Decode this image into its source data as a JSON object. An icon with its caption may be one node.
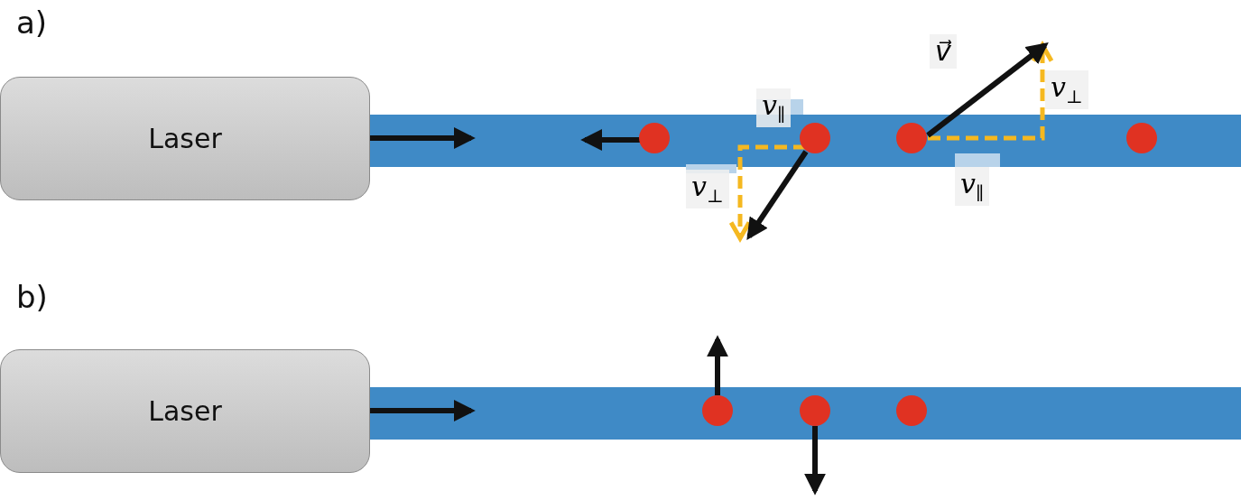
{
  "diagram": {
    "nodes": [
      {
        "text": [
          "Laser"
        ]
      },
      {
        "text": [
          "Laser"
        ]
      }
    ],
    "labels": [
      "a)",
      "v⃗",
      "*v*$_{⊥}$",
      "*v*$_{∥}$",
      "*v*$_{⊥}$",
      "*v*$_{∥}$",
      "b)"
    ]
  }
}
